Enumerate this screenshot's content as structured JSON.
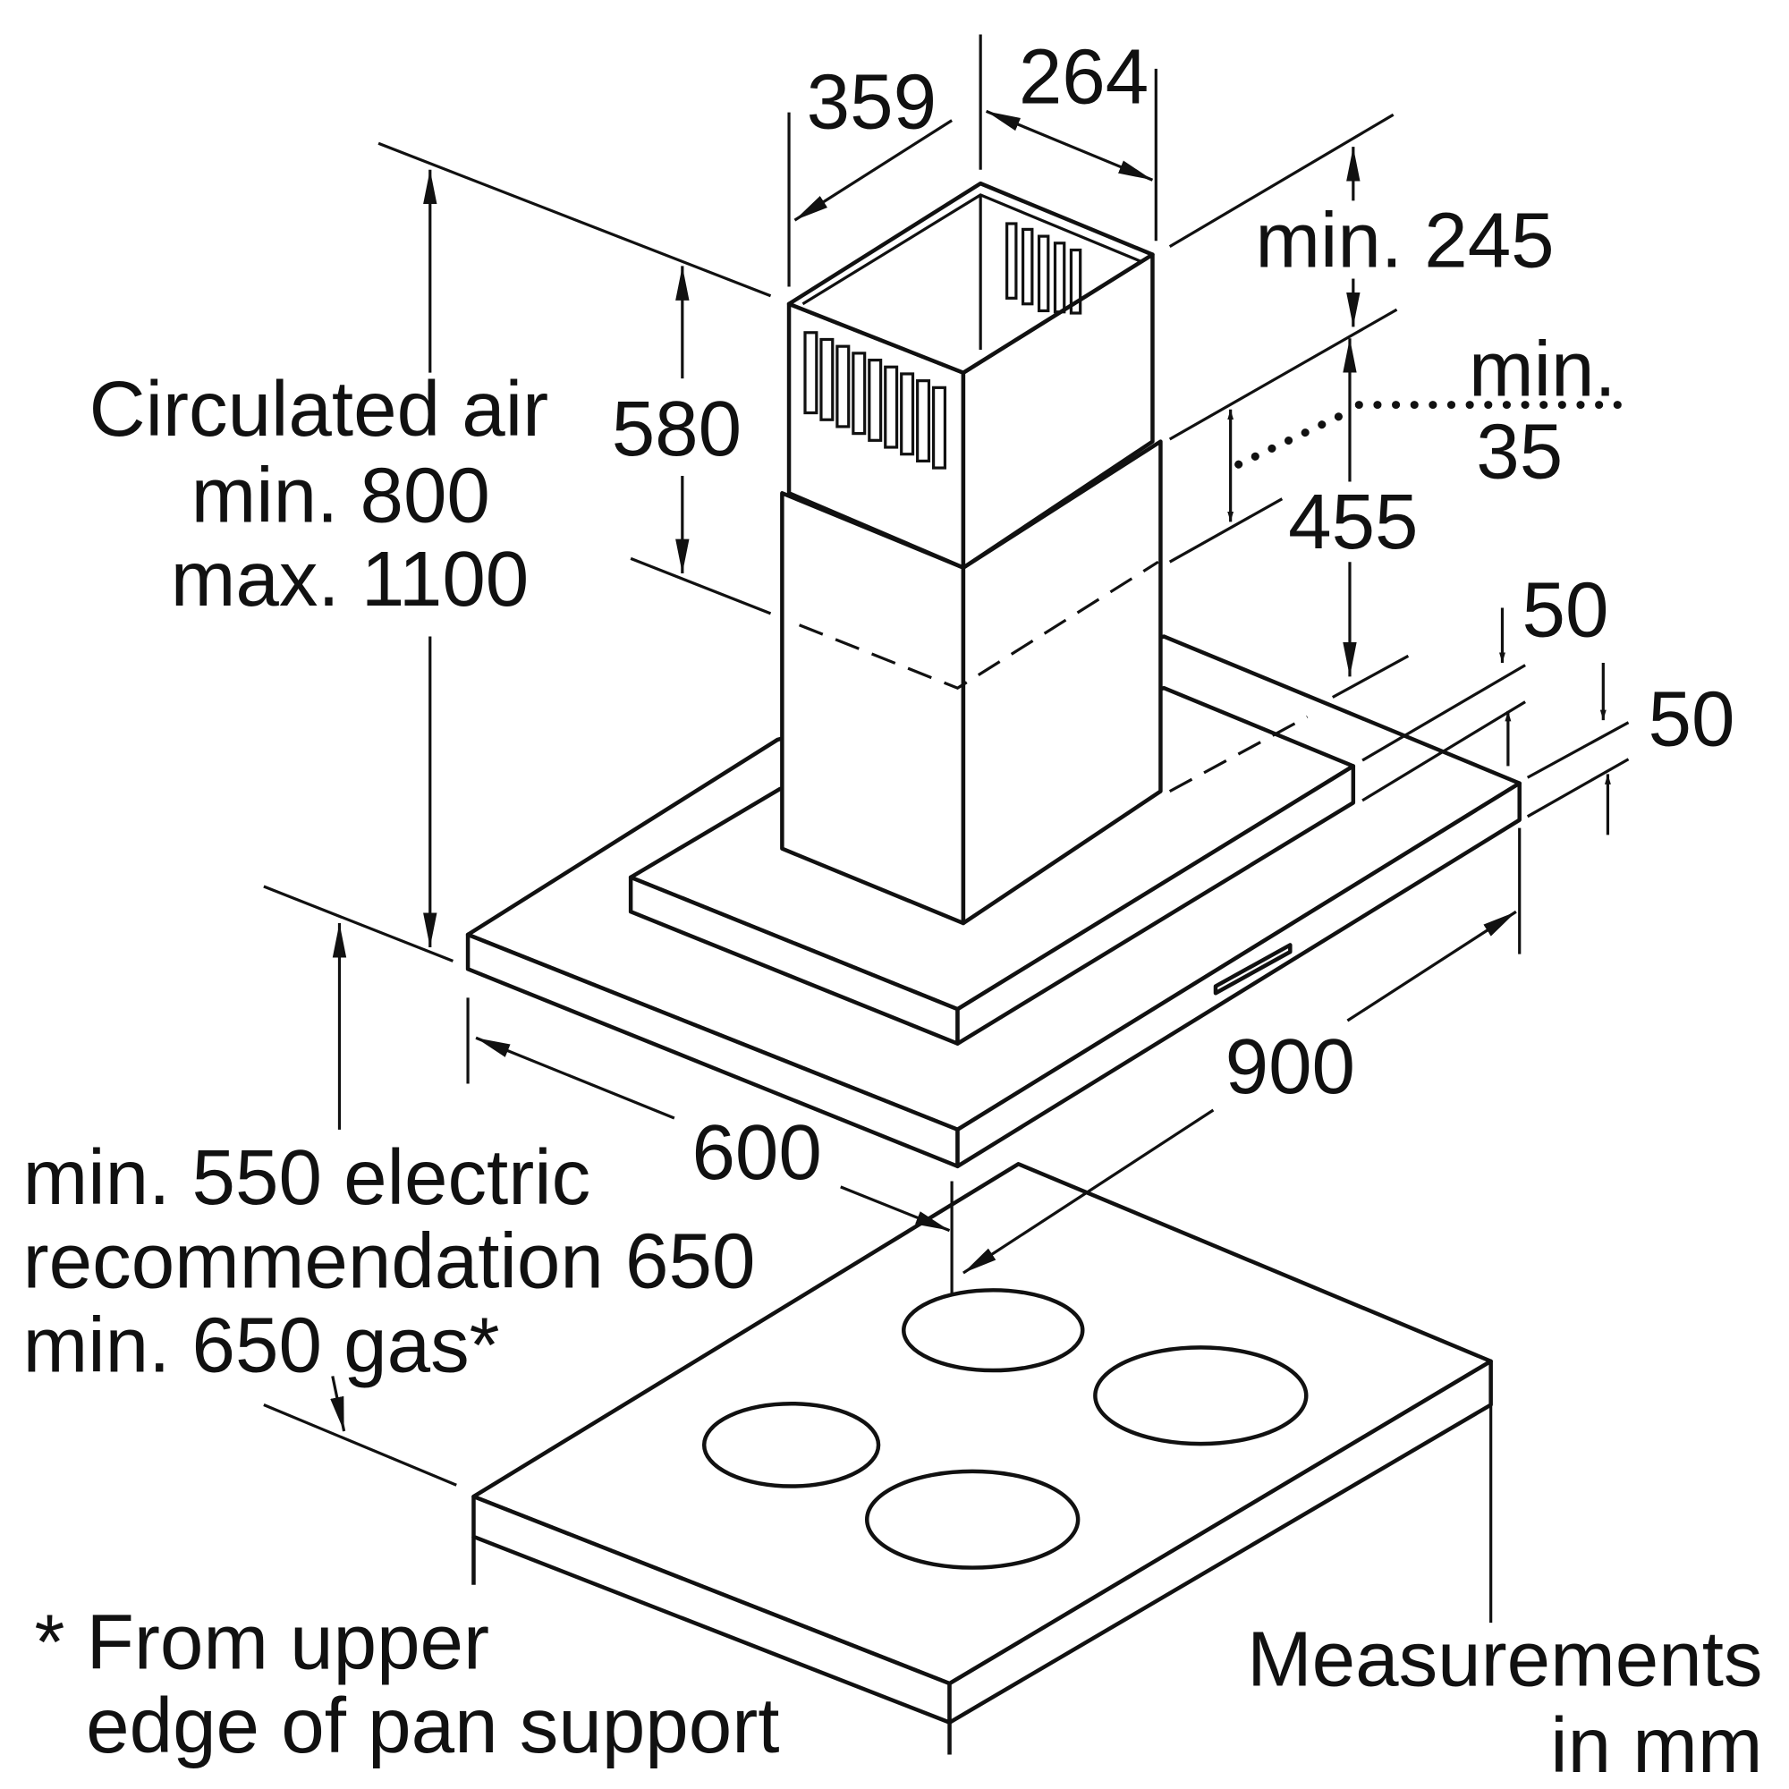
{
  "dimensions": {
    "chimney_depth": "359",
    "chimney_width": "264",
    "top_gap": "min. 245",
    "side_gap_1": "min.",
    "side_gap_2": "35",
    "chimney_upper": "580",
    "chimney_lower": "455",
    "plate_1": "50",
    "plate_2": "50",
    "width": "900",
    "depth": "600"
  },
  "notes": {
    "circulated_1": "Circulated air",
    "circulated_2": "min. 800",
    "circulated_3": "max. 1100",
    "clearance_1": "min. 550 electric",
    "clearance_2": "recommendation 650",
    "clearance_3": "min. 650 gas*",
    "footnote_1": "* From upper",
    "footnote_2": "edge of pan support",
    "units_1": "Measurements",
    "units_2": "in mm"
  }
}
